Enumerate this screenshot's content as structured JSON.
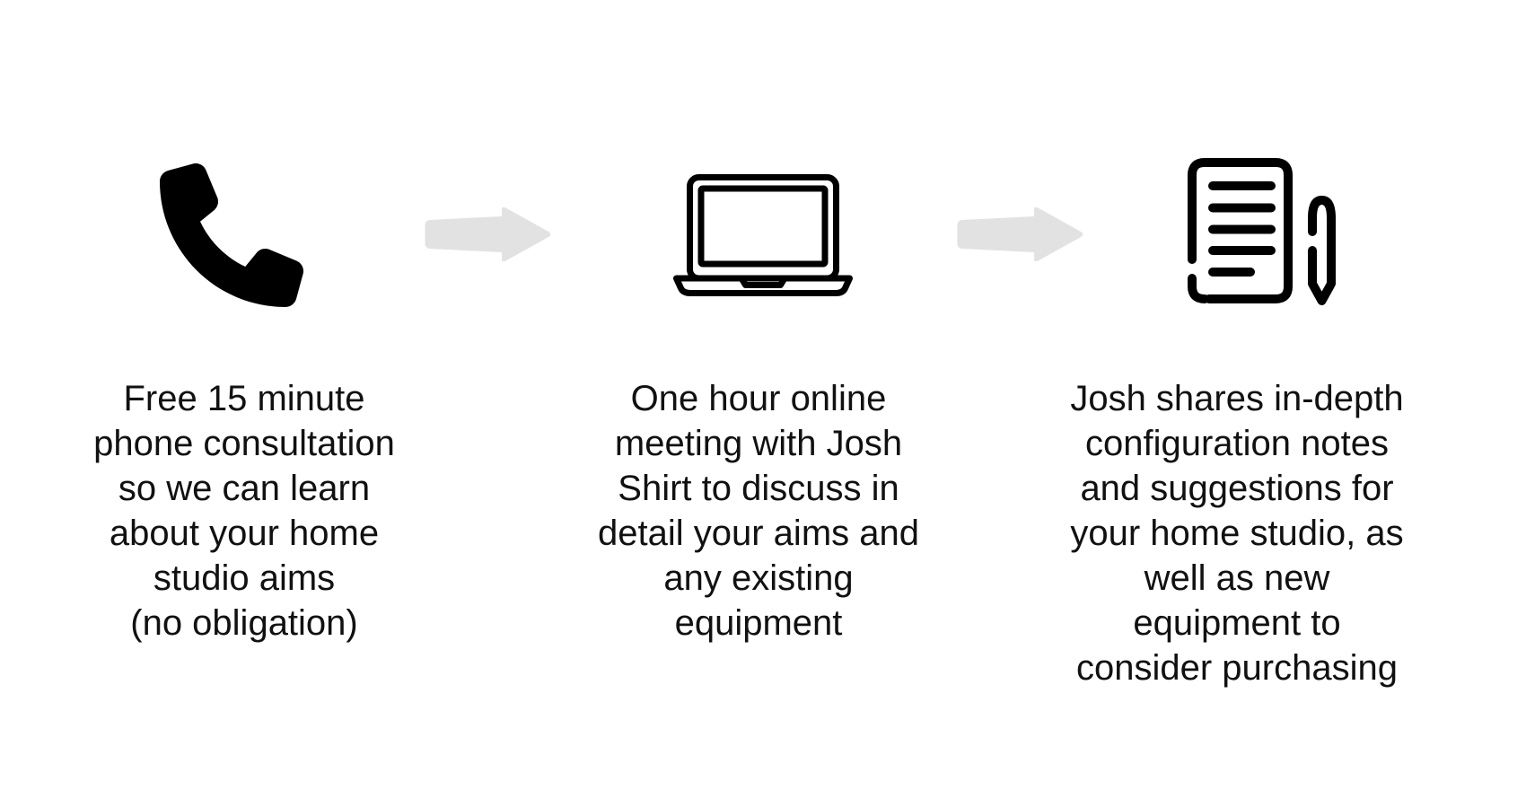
{
  "page": {
    "background": "#ffffff"
  },
  "colors": {
    "icon": "#000000",
    "arrow": "#e2e2e2",
    "text": "#111111"
  },
  "steps": [
    {
      "icon": "phone-icon",
      "text": "Free 15 minute\nphone consultation\nso we can learn\nabout your home\nstudio aims\n(no obligation)"
    },
    {
      "icon": "laptop-icon",
      "text": "One hour online\nmeeting with Josh\nShirt to discuss in\ndetail your aims and\nany existing\nequipment"
    },
    {
      "icon": "document-pen-icon",
      "text": "Josh shares in-depth\nconfiguration notes\nand suggestions for\nyour home studio, as\nwell as new\nequipment to\nconsider purchasing"
    }
  ]
}
